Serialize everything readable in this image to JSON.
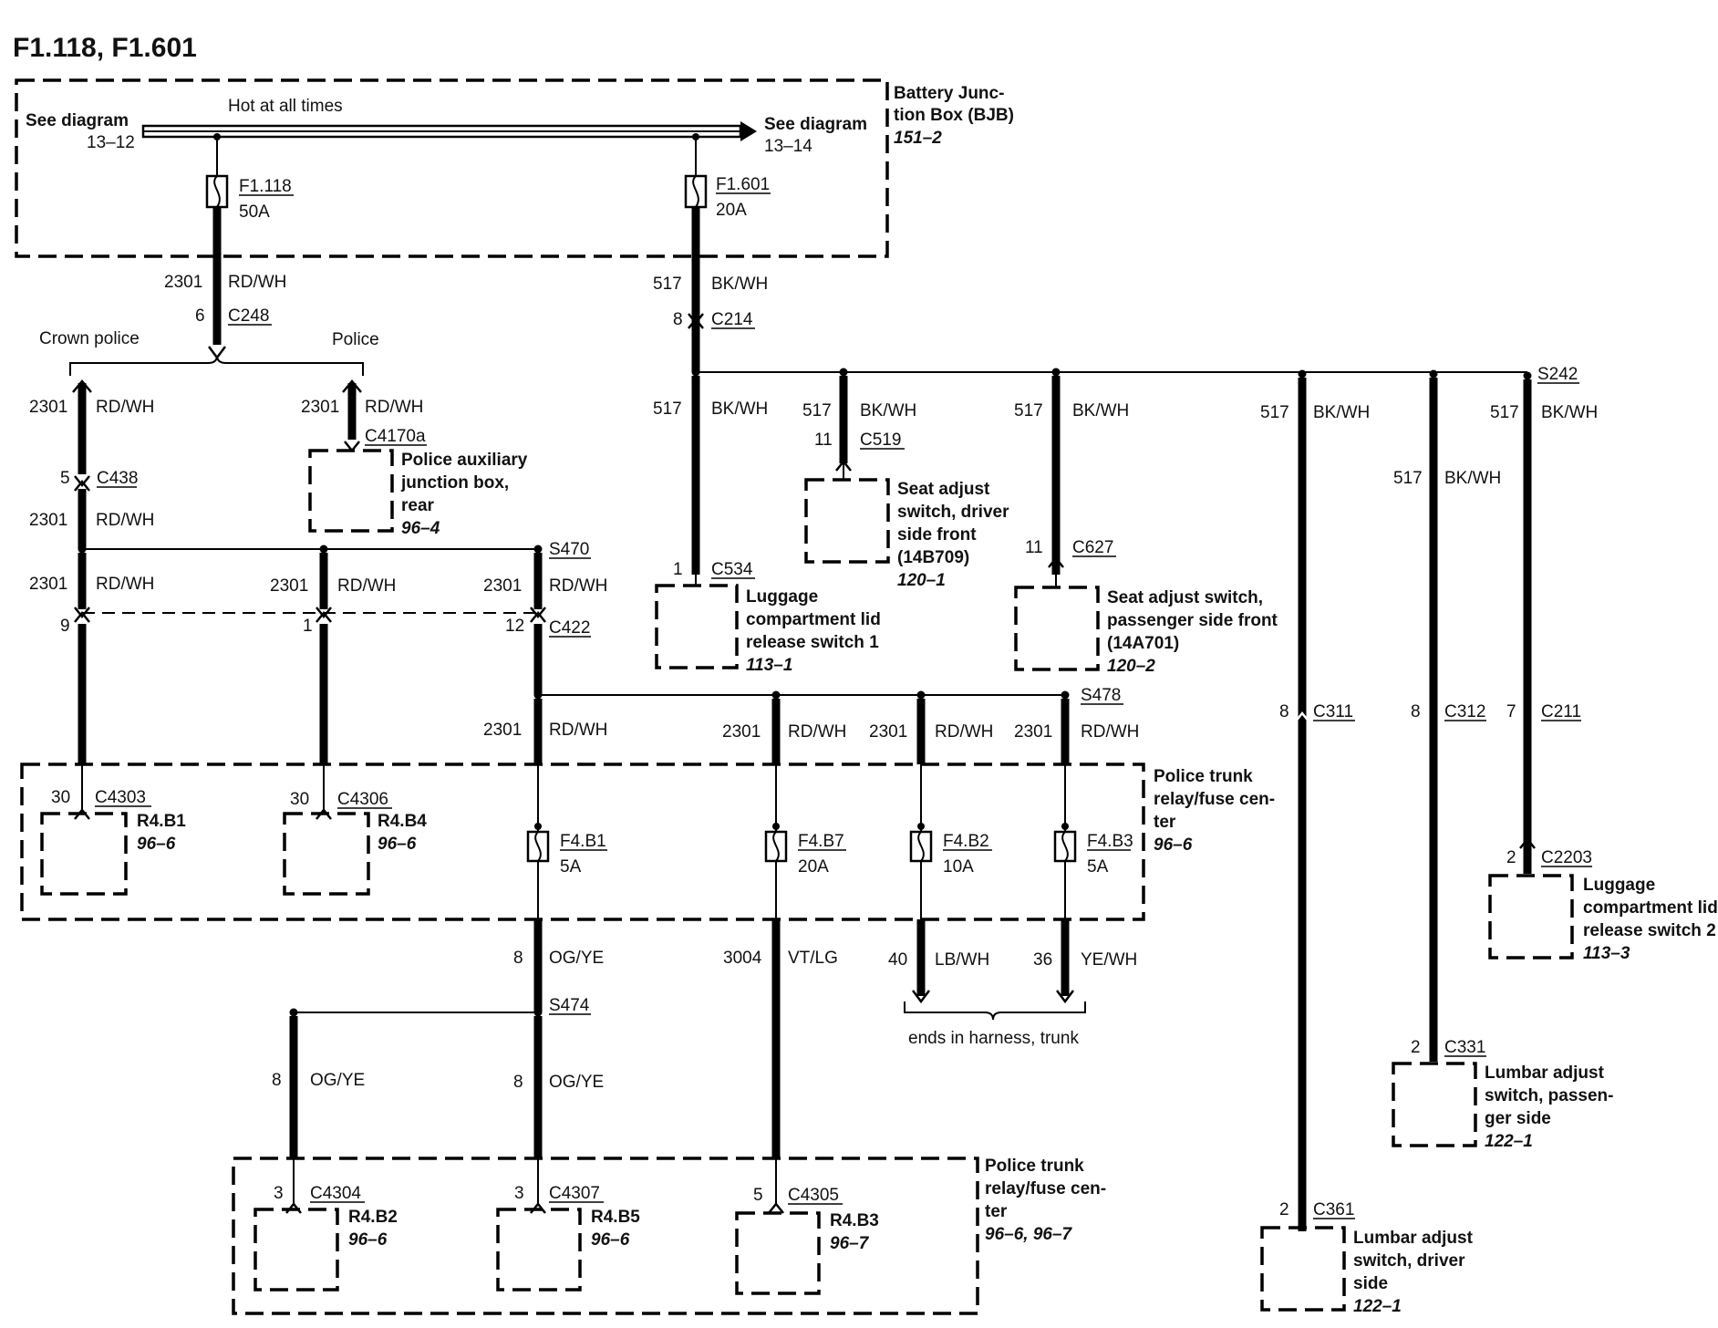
{
  "title": "F1.118, F1.601",
  "bjb": {
    "name": [
      "Battery Junc-",
      "tion Box (BJB)"
    ],
    "ref": "151–2",
    "bus_label": "Hot at all times",
    "see_left": "See diagram",
    "see_left_ref": "13–12",
    "see_right": "See diagram",
    "see_right_ref": "13–14",
    "fuse1_id": "F1.118",
    "fuse1_amp": "50A",
    "fuse2_id": "F1.601",
    "fuse2_amp": "20A"
  },
  "circuits": {
    "c2301": "2301",
    "rdwh": "RD/WH",
    "c517": "517",
    "bkwh": "BK/WH",
    "c8": "8",
    "ogye": "OG/YE",
    "c3004": "3004",
    "vtlg": "VT/LG",
    "c40": "40",
    "lbwh": "LB/WH",
    "c36": "36",
    "yewh": "YE/WH"
  },
  "branch": {
    "crown": "Crown police",
    "police": "Police",
    "ends": "ends in harness, trunk"
  },
  "connectors": {
    "c248": {
      "id": "C248",
      "pin": "6"
    },
    "c214": {
      "id": "C214",
      "pin": "8"
    },
    "c438": {
      "id": "C438",
      "pin": "5"
    },
    "c4170a": {
      "id": "C4170a"
    },
    "c422": {
      "pins": [
        "9",
        "1",
        "12"
      ],
      "id": "C422"
    },
    "c519": {
      "id": "C519",
      "pin": "11"
    },
    "c534": {
      "id": "C534",
      "pin": "1"
    },
    "c627": {
      "id": "C627",
      "pin": "11"
    },
    "c311": {
      "id": "C311",
      "pin": "8"
    },
    "c312": {
      "id": "C312",
      "pin": "8"
    },
    "c211": {
      "id": "C211",
      "pin": "7"
    },
    "c2203": {
      "id": "C2203",
      "pin": "2"
    },
    "c331": {
      "id": "C331",
      "pin": "2"
    },
    "c361": {
      "id": "C361",
      "pin": "2"
    },
    "c4303": {
      "id": "C4303",
      "pin": "30"
    },
    "c4306": {
      "id": "C4306",
      "pin": "30"
    },
    "c4304": {
      "id": "C4304",
      "pin": "3"
    },
    "c4307": {
      "id": "C4307",
      "pin": "3"
    },
    "c4305": {
      "id": "C4305",
      "pin": "5"
    }
  },
  "splices": {
    "s470": "S470",
    "s478": "S478",
    "s474": "S474",
    "s242": "S242"
  },
  "components": {
    "pajb": {
      "lines": [
        "Police auxiliary",
        "junction box,",
        "rear"
      ],
      "ref": "96–4"
    },
    "seat_driver": {
      "lines": [
        "Seat adjust",
        "switch, driver",
        "side front",
        "(14B709)"
      ],
      "ref": "120–1"
    },
    "lug1": {
      "lines": [
        "Luggage",
        "compartment lid",
        "release switch 1"
      ],
      "ref": "113–1"
    },
    "seat_pass": {
      "lines": [
        "Seat adjust switch,",
        "passenger side front",
        "(14A701)"
      ],
      "ref": "120–2"
    },
    "lug2": {
      "lines": [
        "Luggage",
        "compartment lid",
        "release switch 2"
      ],
      "ref": "113–3"
    },
    "lumbar_pass": {
      "lines": [
        "Lumbar adjust",
        "switch, passen-",
        "ger side"
      ],
      "ref": "122–1"
    },
    "lumbar_driver": {
      "lines": [
        "Lumbar adjust",
        "switch, driver",
        "side"
      ],
      "ref": "122–1"
    },
    "ptr1": {
      "lines": [
        "Police trunk",
        "relay/fuse cen-",
        "ter"
      ],
      "ref": "96–6"
    },
    "ptr2": {
      "lines": [
        "Police trunk",
        "relay/fuse cen-",
        "ter"
      ],
      "ref": "96–6, 96–7"
    }
  },
  "relays": {
    "r4b1": {
      "id": "R4.B1",
      "ref": "96–6"
    },
    "r4b4": {
      "id": "R4.B4",
      "ref": "96–6"
    },
    "r4b2": {
      "id": "R4.B2",
      "ref": "96–6"
    },
    "r4b5": {
      "id": "R4.B5",
      "ref": "96–6"
    },
    "r4b3": {
      "id": "R4.B3",
      "ref": "96–7"
    }
  },
  "fuses": {
    "f4b1": {
      "id": "F4.B1",
      "amp": "5A"
    },
    "f4b7": {
      "id": "F4.B7",
      "amp": "20A"
    },
    "f4b2": {
      "id": "F4.B2",
      "amp": "10A"
    },
    "f4b3": {
      "id": "F4.B3",
      "amp": "5A"
    }
  }
}
